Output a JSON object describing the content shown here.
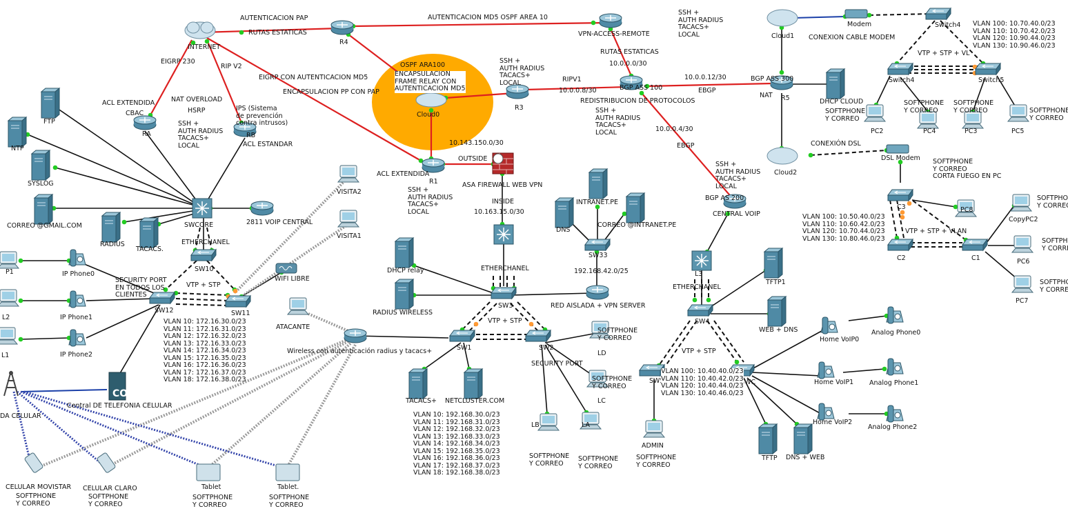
{
  "labels": {
    "autenticacion_pap": "AUTENTICACION PAP",
    "rutas_estaticas_top": "RUTAS ESTATICAS",
    "md5_ospf_area": "AUTENTICACION MD5 OSPF AREA 10",
    "vpn_access_remote": "VPN-ACCESS-REMOTE",
    "ssh_top": "SSH +\nAUTH RADIUS\nTACACS+\nLOCAL",
    "cloud1": "Cloud1",
    "modem": "Modem",
    "conexion_cable_modem": "CONEXION CABLE MODEM",
    "vlan_top_right": "VLAN 100: 10.70.40.0/23\nVLAN 110: 10.70.42.0/23\nVLAN 120: 10.90.44.0/23\nVLAN 130: 10.90.46.0/23",
    "vtp_stp_vl": "VTP + STP + VL",
    "internet": "INTERNET",
    "r4": "R4",
    "rutas_estaticas_mid": "RUTAS ESTATICAS",
    "red_10_0_0_0": "10.0.0.0/30",
    "eigrp_230": "EIGRP 230",
    "rip_v2": "RIP V2",
    "eigrp_md5": "EIGRP CON AUTENTICACION MD5",
    "ospf_area100": "OSPF ARA100",
    "encapsulacion_fr": "ENCAPSULACION\nFRAME RELAY CON\nAUTENTICACION MD5",
    "encapsulacion_pp": "ENCAPSULACION PP CON PAP",
    "ssh_r3": "SSH +\nAUTH RADIUS\nTACACS+\nLOCAL",
    "ripv1": "RIPV1",
    "red_10_0_0_8": "10.0.0.8/30",
    "r3": "R3",
    "bgp_ass_100": "BGP ASS 100",
    "red_10_0_0_12": "10.0.0.12/30",
    "ebgp_right": "EBGP",
    "bgp_ass_300": "BGP ASS 300",
    "nat": "NAT",
    "r5": "R5",
    "dhcp_cloud": "DHCP CLOUD",
    "switch4": "Switch4",
    "switch5": "Switch5",
    "acl_extendida_ra": "ACL EXTENDIDA",
    "cbac": "CBAC",
    "nat_overload": "NAT OVERLOAD",
    "hsrp": "HSRP",
    "ips": "IPS (Sistema\nde prevención\ncontra intrusos)",
    "ssh_ra": "SSH +\nAUTH RADIUS\nTACACS+\nLOCAL",
    "ra": "RA",
    "rb": "RB",
    "acl_estandar": "ACL ESTANDAR",
    "ftp": "FTP",
    "ntp": "NTP",
    "syslog": "SYSLOG",
    "correo_gmail": "CORREO @GMAIL.COM",
    "radius": "RADIUS",
    "tacacs": "TACACS.",
    "swcore": "SWCORE",
    "voip_central": "2811 VOIP CENTRAL",
    "etherchanel_left": "ETHERCHANEL",
    "cloud0": "Cloud0",
    "red_10_143_150": "10.143.150.0/30",
    "outside": "OUTSIDE",
    "acl_extendida_r1": "ACL EXTENDIDA",
    "r1": "R1",
    "asa_firewall": "ASA FIREWALL WEB VPN",
    "ssh_r1": "SSH +\nAUTH RADIUS\nTACACS+\nLOCAL",
    "inside": "INSIDE",
    "red_10_163_15": "10.163.15.0/30",
    "redistribucion": "REDISTRIBUCION DE PROTOCOLOS",
    "ssh_bgp": "SSH +\nAUTH RADIUS\nTACACS+\nLOCAL",
    "red_10_0_0_4": "10.0.0.4/30",
    "ebgp_mid": "EBGP",
    "ssh_as200": "SSH +\nAUTH RADIUS\nTACACS+\nLOCAL",
    "bgp_as_200": "BGP AS 200",
    "central_voip": "CENTRAL VOIP",
    "cloud2": "Cloud2",
    "conexion_dsl": "CONEXIÓN DSL",
    "dsl_modem": "DSL Modem",
    "softphone_corta_fuego": "SOFTPHONE\nY CORREO\nCORTA FUEGO EN PC",
    "pc2_sp": "SOFTPHONE\nY CORREO",
    "pc2": "PC2",
    "pc4_sp": "SOFTPHONE\nY CORREO",
    "pc4": "PC4",
    "pc3_sp": "SOFTPHONE\nY CORREO",
    "pc3": "PC3",
    "pc5_sp": "SOFTPHONE\nY CORREO",
    "pc5": "PC5",
    "c3": "C3",
    "pc8": "PC8",
    "copypc2_sp": "SOFTPHONE\nY CORREO",
    "copypc2": "CopyPC2",
    "vlan_c_block": "VLAN 100: 10.50.40.0/23\nVLAN 110: 10.60.42.0/23\nVLAN 120: 10.70.44.0/23\nVLAN 130: 10.80.46.0/23",
    "vtp_stp_vlan": "VTP + STP + VLAN",
    "c2": "C2",
    "c1": "C1",
    "pc6_sp": "SOFTPHONE\nY CORREO",
    "pc6": "PC6",
    "pc7_sp": "SOFTPHONE\nY CORREO",
    "pc7": "PC7",
    "visita2": "VISITA2",
    "visita1": "VISITA1",
    "p1": "P1",
    "ip_phone0": "IP Phone0",
    "security_port_left": "SECURITY PORT\nEN TODOS LOS\nCLIENTES",
    "sw10": "SW10",
    "vtp_stp_left": "VTP + STP",
    "wifi_libre": "WIFI LIBRE",
    "l2": "L2",
    "ip_phone1": "IP Phone1",
    "sw12": "SW12",
    "sw11": "SW11",
    "l1": "L1",
    "ip_phone2": "IP Phone2",
    "vlan_left": "VLAN 10: 172.16.30.0/23\nVLAN 11: 172.16.31.0/23\nVLAN 12: 172.16.32.0/23\nVLAN 13: 172.16.33.0/23\nVLAN 14: 172.16.34.0/23\nVLAN 15: 172.16.35.0/23\nVLAN 16: 172.16.36.0/23\nVLAN 17: 172.16.37.0/23\nVLAN 18: 172.16.38.0/23",
    "central_telefonia": "Central DE TELEFONIA CELULAR",
    "co": "CO",
    "torre_celular": "DA CELULAR",
    "atacante": "ATACANTE",
    "wireless": "Wireless con autenticación radius y tacacs+",
    "dhcp_relay": "DHCP relay",
    "radius_wireless": "RADIUS WIRELESS",
    "etherchanel_mid": "ETHERCHANEL",
    "sw3": "SW3",
    "vtp_stp_mid": "VTP + STP",
    "sw1": "SW1",
    "sw2": "SW2",
    "security_port_mid": "SECURITY PORT",
    "ld_sp": "SOFTPHONE\nY CORREO",
    "ld": "LD",
    "lc_sp": "SOFTPHONE\nY CORREO",
    "lc": "LC",
    "tacacs_plus": "TACACS+",
    "netcluster": "NETCLUSTER.COM",
    "vlan_mid": "VLAN 10: 192.168.30.0/23\nVLAN 11: 192.168.31.0/23\nVLAN 12: 192.168.32.0/23\nVLAN 13: 192.168.33.0/23\nVLAN 14: 192.168.34.0/23\nVLAN 15: 192.168.35.0/23\nVLAN 16: 192.168.36.0/23\nVLAN 17: 192.168.37.0/23\nVLAN 18: 192.168.38.0/23",
    "lb": "LB",
    "la": "LA",
    "lb_sp": "SOFTPHONE\nY CORREO",
    "la_sp": "SOFTPHONE\nY CORREO",
    "intranet": "INTRANET.PE",
    "dns_mid": "DNS",
    "correo_intranet": "CORREO @INTRANET.PE",
    "sw33": "SW33",
    "red_192_168_42": "192.168.42.0/25",
    "red_aislada": "RED AISLADA + VPN SERVER",
    "etherchanel_right": "ETHERCHANEL",
    "l3": "L3",
    "tftp1": "TFTP1",
    "web_dns": "WEB + DNS",
    "sw4": "SW4",
    "vtp_stp_right": "VTP + STP",
    "sw5": "SW5",
    "swc": "SWC",
    "vlan_right": "VLAN 100: 10.40.40.0/23\nVLAN 110: 10.40.42.0/23\nVLAN 120: 10.40.44.0/23\nVLAN 130: 10.40.46.0/23",
    "admin": "ADMIN",
    "admin_sp": "SOFTPHONE\nY CORREO",
    "home_voip0": "Home VoIP0",
    "analog_phone0": "Analog Phone0",
    "home_voip1": "Home VoIP1",
    "analog_phone1": "Analog Phone1",
    "home_voip2": "Home VoIP2",
    "analog_phone2": "Analog Phone2",
    "tftp": "TFTP",
    "dns_web": "DNS + WEB",
    "celular_movistar": "CELULAR MOVISTAR",
    "movistar_sp": "SOFTPHONE\nY CORREO",
    "celular_claro": "CELULAR CLARO",
    "claro_sp": "SOFTPHONE\nY CORREO",
    "tablet1": "Tablet",
    "tablet1_sp": "SOFTPHONE\nY CORREO",
    "tablet2": "Tablet.",
    "tablet2_sp": "SOFTPHONE\nY CORREO"
  },
  "colors": {
    "wan_link": "#dd2020",
    "lan_link": "#111111",
    "port_up": "#22cc22",
    "port_pending": "#ff9933",
    "ospf_area": "#ffaa00",
    "serial_blue": "#1a3fa8",
    "wireless": "#9a9a9a"
  }
}
